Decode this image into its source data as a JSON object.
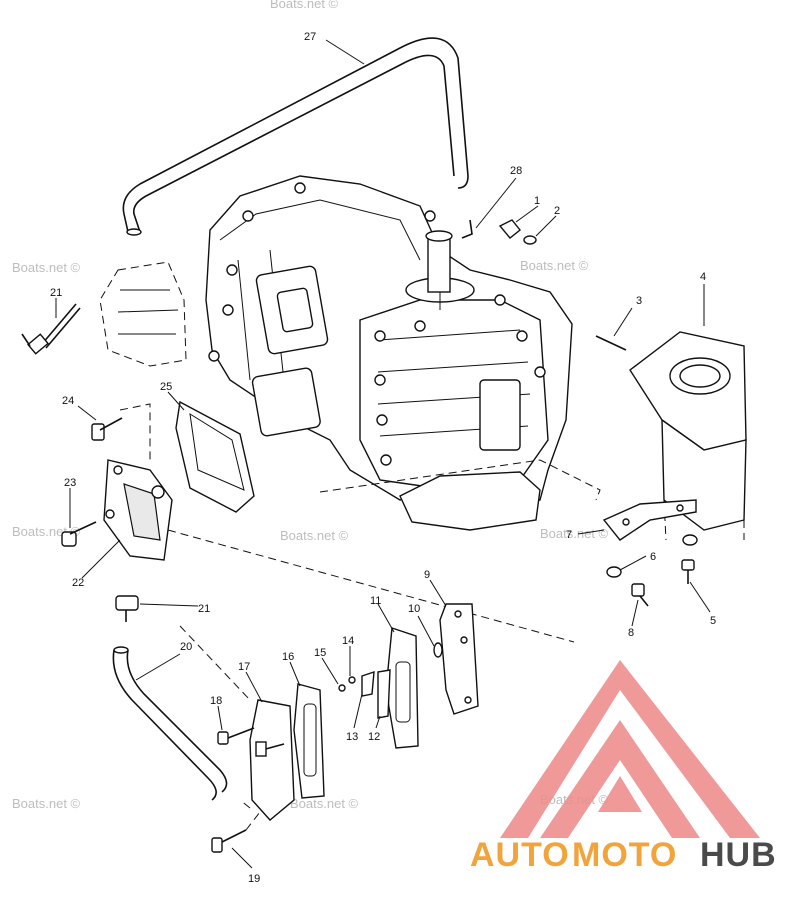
{
  "watermarks": [
    "Boats.net ©",
    "Boats.net ©",
    "Boats.net ©",
    "Boats.net ©",
    "Boats.net ©",
    "Boats.net ©",
    "Boats.net ©",
    "Boats.net ©",
    "Boats.net ©"
  ],
  "brand": {
    "part1": "AUTO",
    "part2": "MOTO",
    "part3": "HUB",
    "color_primary": "#f2a33a",
    "color_dark": "#4a4a4a",
    "logo_color": "#ef8e8e"
  },
  "callouts": [
    "27",
    "28",
    "1",
    "2",
    "3",
    "4",
    "21",
    "24",
    "25",
    "23",
    "22",
    "7",
    "6",
    "5",
    "8",
    "9",
    "10",
    "11",
    "14",
    "15",
    "16",
    "17",
    "18",
    "13",
    "12",
    "20",
    "19",
    "21"
  ]
}
